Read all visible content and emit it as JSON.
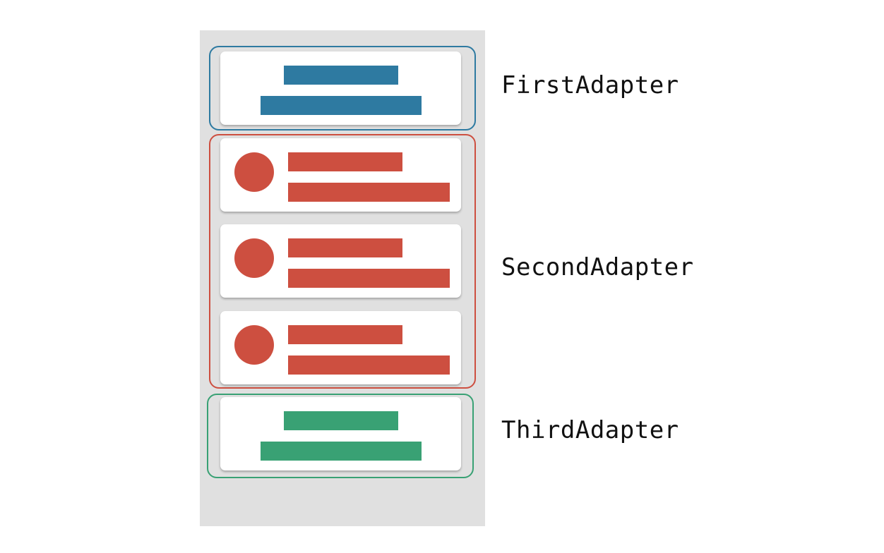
{
  "colors": {
    "first": "#2e7aa1",
    "second": "#cd4f40",
    "third": "#39a174",
    "background": "#e0e0e0",
    "card": "#ffffff"
  },
  "groups": [
    {
      "label": "FirstAdapter",
      "item_count": 1,
      "layout": "centered-bars"
    },
    {
      "label": "SecondAdapter",
      "item_count": 3,
      "layout": "avatar-list"
    },
    {
      "label": "ThirdAdapter",
      "item_count": 1,
      "layout": "centered-bars"
    }
  ]
}
